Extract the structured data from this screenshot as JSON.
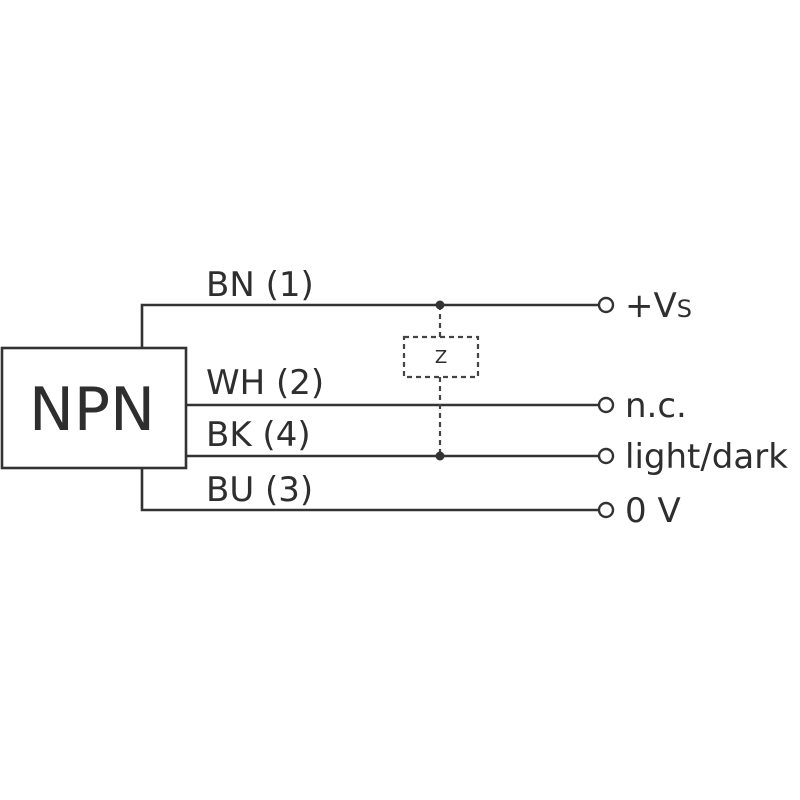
{
  "device": {
    "type_label": "NPN"
  },
  "wires": [
    {
      "id": "bn",
      "label": "BN (1)",
      "terminal_label": "+V",
      "terminal_sub": "S"
    },
    {
      "id": "wh",
      "label": "WH (2)",
      "terminal_label": "n.c.",
      "terminal_sub": ""
    },
    {
      "id": "bk",
      "label": "BK (4)",
      "terminal_label": "light/dark",
      "terminal_sub": ""
    },
    {
      "id": "bu",
      "label": "BU (3)",
      "terminal_label": "0 V",
      "terminal_sub": ""
    }
  ],
  "load": {
    "label": "Z"
  }
}
